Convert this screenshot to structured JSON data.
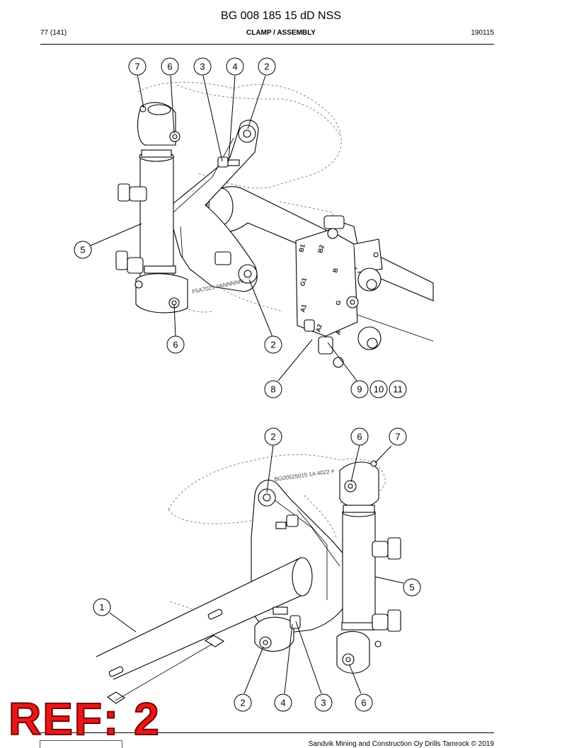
{
  "document": {
    "title": "BG 008 185 15 dD NSS",
    "page": "77 (141)",
    "section": "CLAMP / ASSEMBLY",
    "date_code": "190115"
  },
  "upper_view": {
    "callouts": [
      "7",
      "6",
      "3",
      "4",
      "2",
      "5",
      "6",
      "2",
      "8",
      "9",
      "10",
      "11"
    ],
    "valve_port_labels": [
      "B1",
      "B2",
      "B",
      "G1",
      "G",
      "A1",
      "A2",
      "A"
    ]
  },
  "lower_view": {
    "callouts": [
      "2",
      "6",
      "7",
      "5",
      "1",
      "2",
      "4",
      "3",
      "6"
    ]
  },
  "footer": {
    "copyright": "Sandvik Mining and Construction Oy Drills Tamrock © 2019"
  },
  "stamp": {
    "text": "REF: 2",
    "color": "#e81818"
  }
}
